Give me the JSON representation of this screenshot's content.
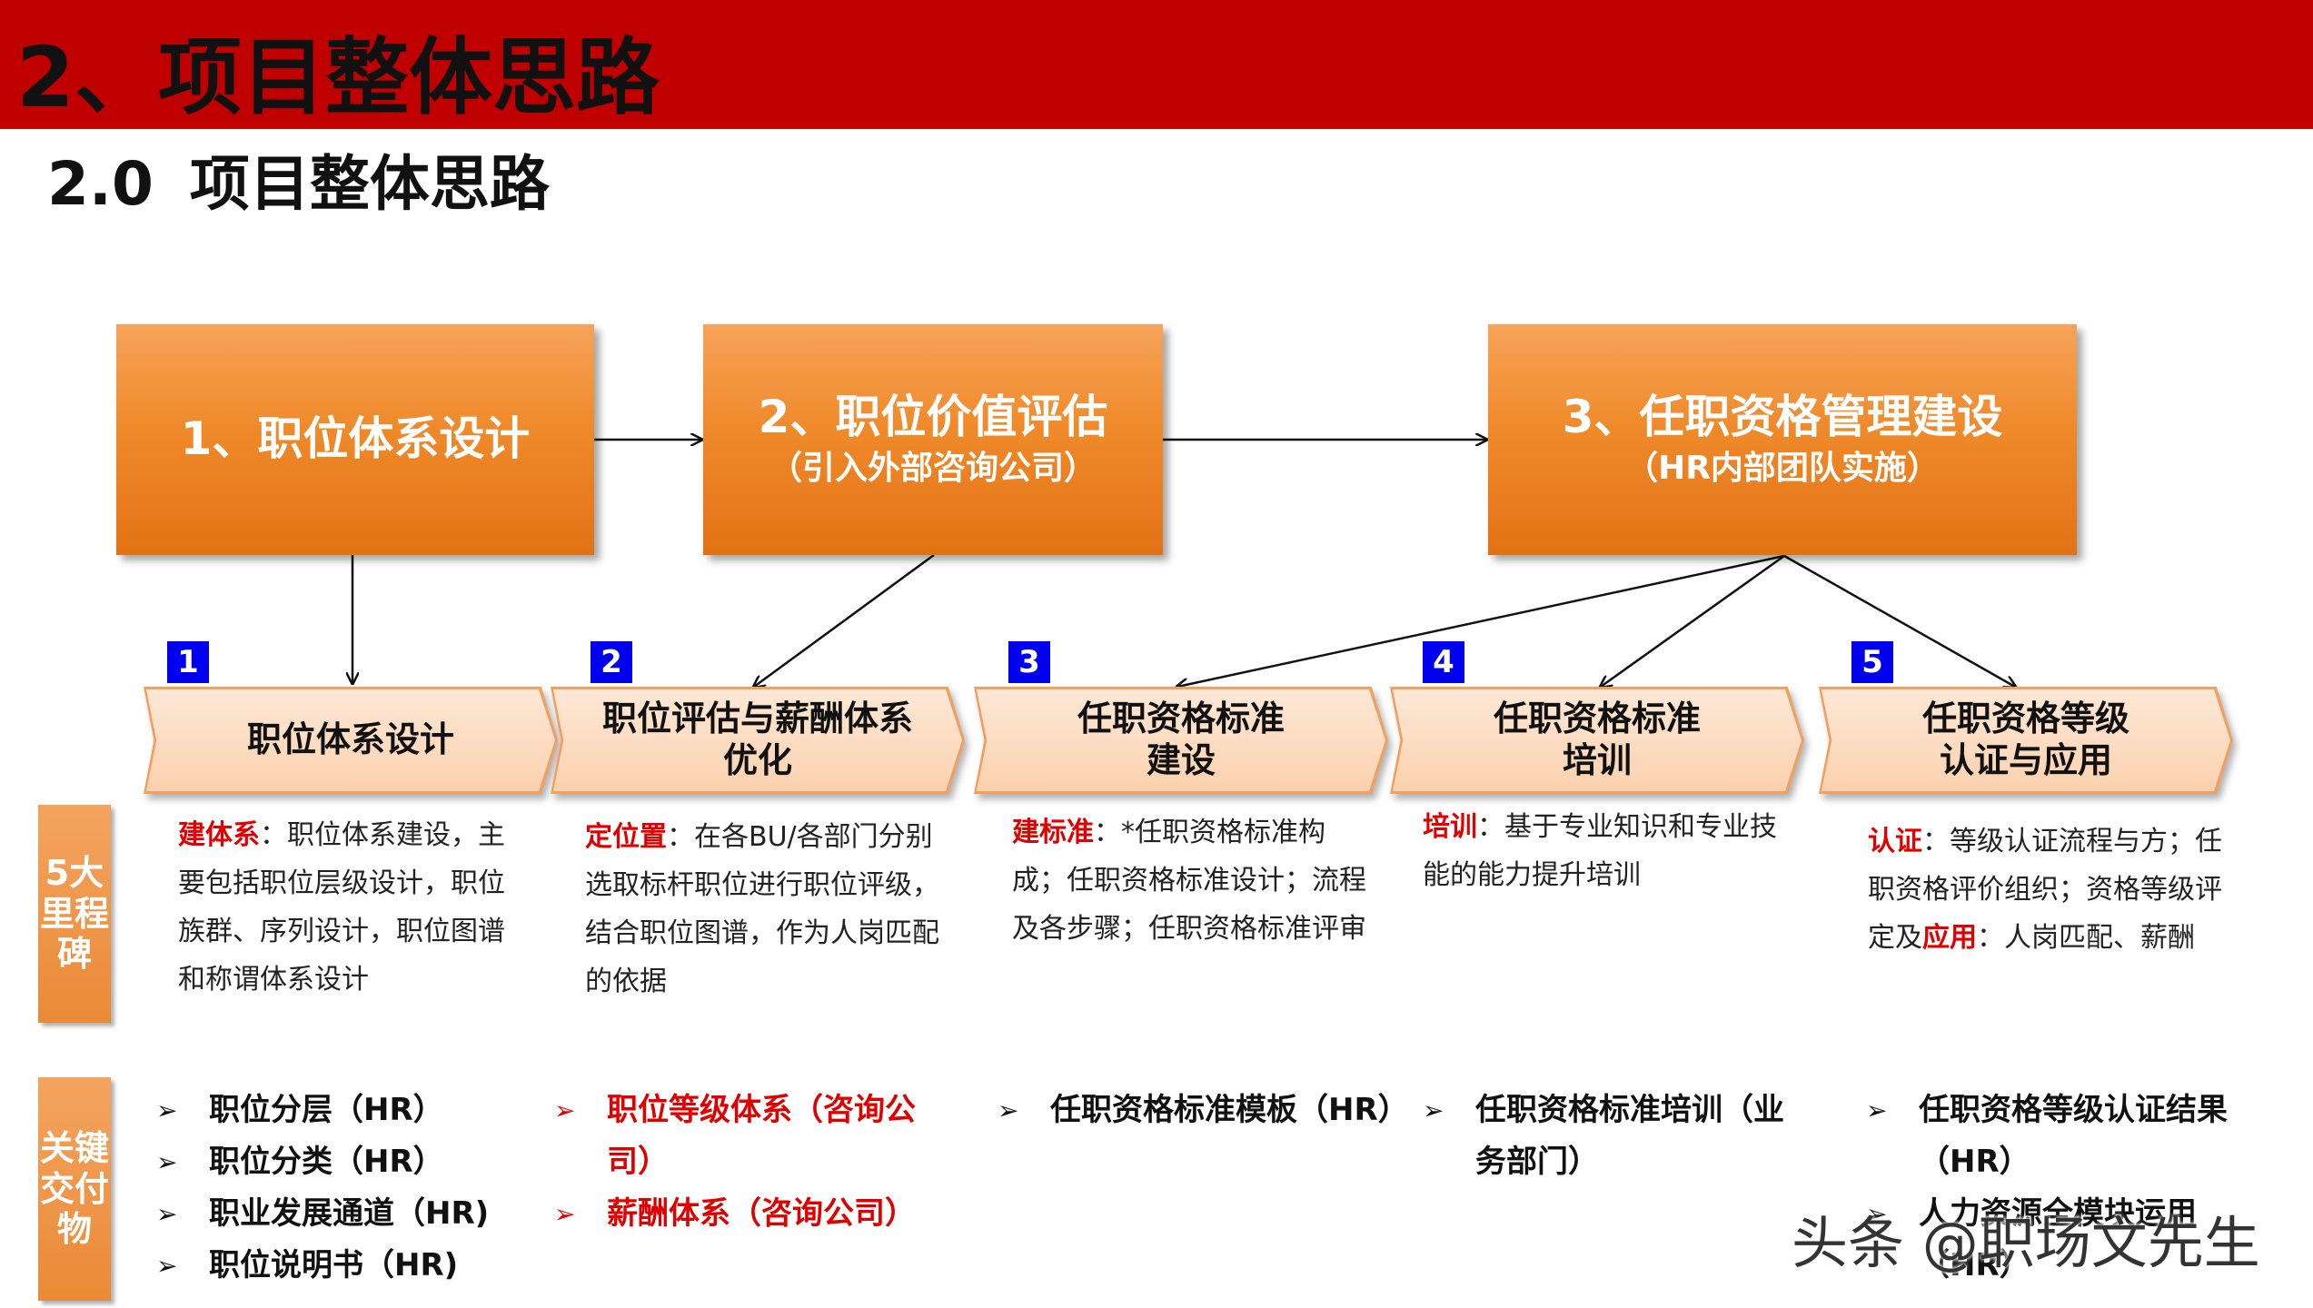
{
  "header": {
    "title": "2、项目整体思路",
    "subtitle_number": "2.0",
    "subtitle_text": "项目整体思路"
  },
  "phases": [
    {
      "title": "1、职位体系设计",
      "sub": ""
    },
    {
      "title": "2、职位价值评估",
      "sub": "（引入外部咨询公司）"
    },
    {
      "title": "3、任职资格管理建设",
      "sub": "（HR内部团队实施）"
    }
  ],
  "milestones": [
    {
      "num": "1",
      "line1": "职位体系设计",
      "line2": "",
      "kw": "建体系",
      "desc": "：职位体系建设，主要包括职位层级设计，职位族群、序列设计，职位图谱和称谓体系设计",
      "kw2": "",
      "desc2": ""
    },
    {
      "num": "2",
      "line1": "职位评估与薪酬体系",
      "line2": "优化",
      "kw": "定位置",
      "desc": "：在各BU/各部门分别选取标杆职位进行职位评级，结合职位图谱，作为人岗匹配的依据",
      "kw2": "",
      "desc2": ""
    },
    {
      "num": "3",
      "line1": "任职资格标准",
      "line2": "建设",
      "kw": "建标准",
      "desc": "：*任职资格标准构成；任职资格标准设计；流程及各步骤；任职资格标准评审",
      "kw2": "",
      "desc2": ""
    },
    {
      "num": "4",
      "line1": "任职资格标准",
      "line2": "培训",
      "kw": "培训",
      "desc": "：基于专业知识和专业技能的能力提升培训",
      "kw2": "",
      "desc2": ""
    },
    {
      "num": "5",
      "line1": "任职资格等级",
      "line2": "认证与应用",
      "kw": "认证",
      "desc": "：等级认证流程与方；任职资格评价组织；资格等级评定及",
      "kw2": "应用",
      "desc2": "：人岗匹配、薪酬"
    }
  ],
  "side_labels": {
    "milestones": "5大里程碑",
    "deliverables": "关键交付物"
  },
  "deliverables": [
    {
      "items": [
        "职位分层（HR）",
        "职位分类（HR）",
        "职业发展通道（HR)",
        "职位说明书（HR)"
      ],
      "red": false
    },
    {
      "items": [
        "职位等级体系（咨询公司）",
        "薪酬体系（咨询公司）"
      ],
      "red": true
    },
    {
      "items": [
        "任职资格标准模板（HR）"
      ],
      "red": false
    },
    {
      "items": [
        "任职资格标准培训（业务部门）"
      ],
      "red": false
    },
    {
      "items": [
        "任职资格等级认证结果（HR）",
        "人力资源全模块运用（HR）"
      ],
      "red": false
    }
  ],
  "bullet_marker": "➢",
  "watermark": "头条 @职场文先生",
  "colors": {
    "header_bar": "#c00000",
    "phase_orange": "#ef8a2a",
    "chevron_fill": "#fbd0ae",
    "number_box": "#0000ee",
    "keyword_red": "#e00000"
  }
}
